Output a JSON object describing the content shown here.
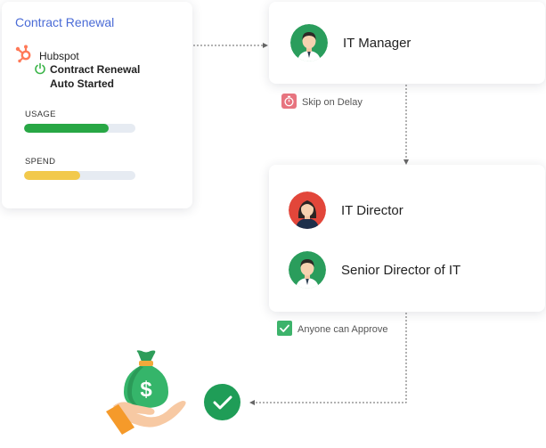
{
  "renewal_card": {
    "title": "Contract Renewal",
    "source_icon": "hubspot-icon",
    "source": "Hubspot",
    "status_icon": "power-icon",
    "status": "Contract Renewal Auto Started",
    "metrics": [
      {
        "label": "USAGE",
        "value": 0.76,
        "color": "#28a745"
      },
      {
        "label": "SPEND",
        "value": 0.5,
        "color": "#f2c94c"
      }
    ]
  },
  "manager_card": {
    "approver": {
      "name": "IT Manager",
      "avatar": "male-avatar"
    }
  },
  "skip_tag": {
    "icon": "timer-icon",
    "label": "Skip on Delay",
    "color": "#e7747f"
  },
  "approvers_card": {
    "approvers": [
      {
        "name": "IT Director",
        "avatar": "female-avatar"
      },
      {
        "name": "Senior Director of IT",
        "avatar": "male-avatar"
      }
    ]
  },
  "approve_tag": {
    "icon": "checkbox-icon",
    "label": "Anyone can Approve",
    "color": "#3db36b"
  },
  "final": {
    "icon": "check-circle-icon",
    "illustration": "money-bag-hand-icon"
  }
}
